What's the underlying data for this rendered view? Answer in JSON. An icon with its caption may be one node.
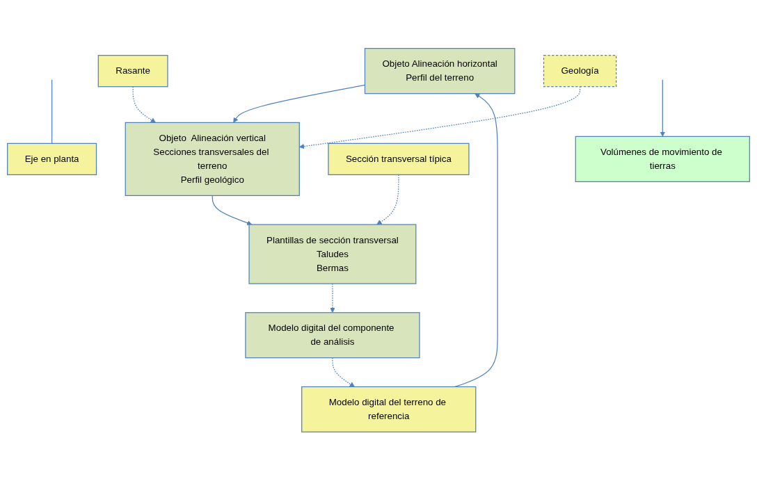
{
  "diagram": {
    "nodes": [
      {
        "text": [
          "Eje en planta"
        ]
      },
      {
        "text": [
          "Objeto  Alineación horizontal",
          "Perfil del terreno"
        ]
      },
      {
        "text": [
          "Modelo digital del terreno de referencia"
        ]
      },
      {
        "text": [
          "Rasante"
        ]
      },
      {
        "text": [
          "Geología"
        ]
      },
      {
        "text": [
          "Objeto  Alineación vertical",
          "Secciones transversales del terreno",
          "Perfil geológico"
        ]
      },
      {
        "text": [
          "Sección transversal típica"
        ]
      },
      {
        "text": [
          "Plantillas de sección transversal",
          "Taludes",
          "Bermas"
        ]
      },
      {
        "text": [
          "Volúmenes de movimiento de tierras"
        ]
      },
      {
        "text": [
          "Modelo digital del componente de análisis"
        ]
      }
    ],
    "edges": [
      {
        "from": null,
        "to": 0,
        "arrow": "none"
      },
      {
        "from": 2,
        "to": 1,
        "arrow": "to"
      },
      {
        "from": 1,
        "to": 5,
        "arrow": "to"
      },
      {
        "from": 3,
        "to": 5,
        "arrow": "to",
        "style": "dashed"
      },
      {
        "from": 4,
        "to": 5,
        "arrow": "to",
        "style": "dashed"
      },
      {
        "from": 5,
        "to": 7,
        "arrow": "to"
      },
      {
        "from": 6,
        "to": 7,
        "arrow": "to",
        "style": "dashed"
      },
      {
        "from": null,
        "to": 8,
        "arrow": "to"
      },
      {
        "from": 7,
        "to": 9,
        "arrow": "to",
        "style": "dashed"
      },
      {
        "from": 9,
        "to": 2,
        "arrow": "to",
        "style": "dashed"
      }
    ]
  }
}
